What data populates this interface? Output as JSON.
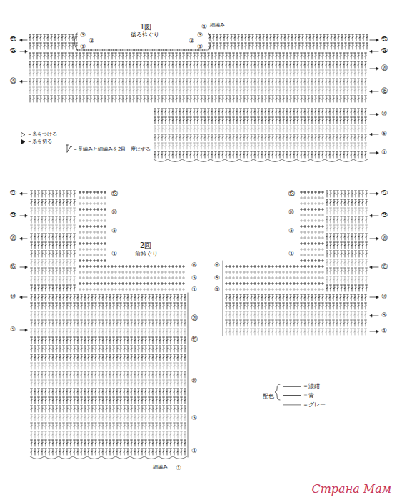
{
  "diagram": {
    "labels": [
      "1図",
      "後ろ衿ぐり",
      "細編み",
      "①",
      "③",
      "②",
      "①",
      "③",
      "②",
      "①",
      "㉗",
      "㉕",
      "⑳",
      "㉗",
      "㉕",
      "⑳",
      "⑮",
      "⑩",
      "⑤",
      "①",
      "2図",
      "前衿ぐり",
      "㉗",
      "㉕",
      "⑳",
      "⑮",
      "⑩",
      "⑤",
      "⑬",
      "⑩",
      "⑤",
      "①",
      "⑥",
      "⑤",
      "①",
      "⑳",
      "⑮",
      "⑩",
      "⑤",
      "①",
      "細編み",
      "①",
      "⑥",
      "⑤",
      "①",
      "⑬",
      "⑩",
      "⑤",
      "①",
      "㉗",
      "㉕",
      "⑳",
      "⑮",
      "⑩",
      "⑤",
      "①",
      "配色",
      "Страна Мам"
    ],
    "legend": [
      {
        "text": "＝糸をつける"
      },
      {
        "text": "＝糸を切る"
      },
      {
        "text": "＝長編みと細編みを2目一度にする"
      },
      {
        "text": "＝濃紺",
        "color": "#1a1a1a"
      },
      {
        "text": "＝青",
        "color": "#555555"
      },
      {
        "text": "＝グレー",
        "color": "#aaaaaa"
      }
    ]
  }
}
